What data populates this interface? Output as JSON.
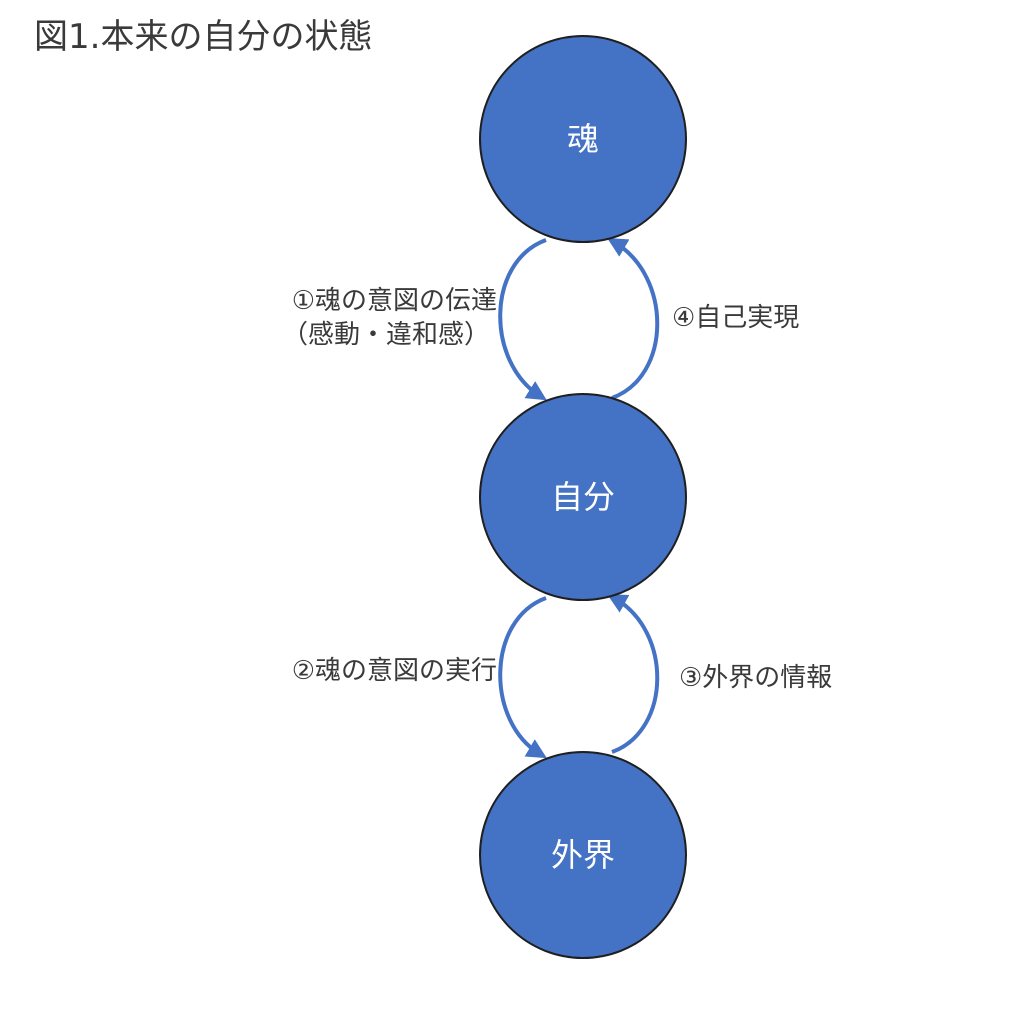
{
  "title": "図1.本来の自分の状態",
  "colors": {
    "node_fill": "#4472c4",
    "node_stroke": "#1f1f1f",
    "arrow": "#4472c4",
    "text_dark": "#3a3a3a",
    "text_light": "#ffffff"
  },
  "nodes": [
    {
      "id": "soul",
      "label": "魂"
    },
    {
      "id": "self",
      "label": "自分"
    },
    {
      "id": "outside",
      "label": "外界"
    }
  ],
  "edges": [
    {
      "id": "e1",
      "from": "soul",
      "to": "self",
      "label_lines": [
        "①魂の意図の伝達",
        "（感動・違和感）"
      ]
    },
    {
      "id": "e4",
      "from": "self",
      "to": "soul",
      "label_lines": [
        "④自己実現"
      ]
    },
    {
      "id": "e2",
      "from": "self",
      "to": "outside",
      "label_lines": [
        "②魂の意図の実行"
      ]
    },
    {
      "id": "e3",
      "from": "outside",
      "to": "self",
      "label_lines": [
        "③外界の情報"
      ]
    }
  ]
}
